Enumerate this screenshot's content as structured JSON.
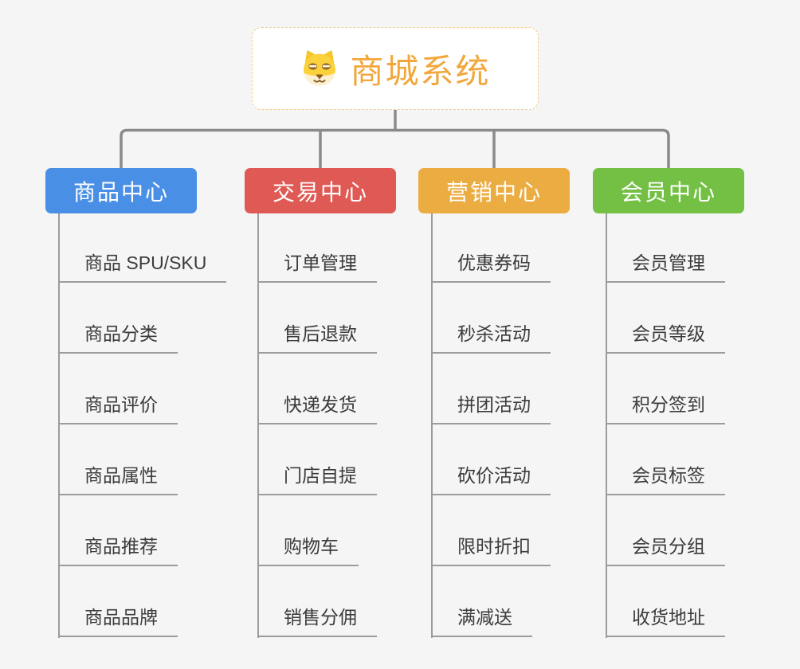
{
  "canvas": {
    "background": "#f5f5f6"
  },
  "connector": {
    "color": "#8a8a8a"
  },
  "root": {
    "title": "商城系统",
    "icon": "dog-face-icon",
    "text_color": "#f1a73c",
    "border_color": "#f2cc90"
  },
  "branches": [
    {
      "label": "商品中心",
      "color": "#4a8fe6",
      "children": [
        "商品 SPU/SKU",
        "商品分类",
        "商品评价",
        "商品属性",
        "商品推荐",
        "商品品牌"
      ]
    },
    {
      "label": "交易中心",
      "color": "#e05a55",
      "children": [
        "订单管理",
        "售后退款",
        "快递发货",
        "门店自提",
        "购物车",
        "销售分佣"
      ]
    },
    {
      "label": "营销中心",
      "color": "#ebac42",
      "children": [
        "优惠券码",
        "秒杀活动",
        "拼团活动",
        "砍价活动",
        "限时折扣",
        "满减送"
      ]
    },
    {
      "label": "会员中心",
      "color": "#74c045",
      "children": [
        "会员管理",
        "会员等级",
        "积分签到",
        "会员标签",
        "会员分组",
        "收货地址"
      ]
    }
  ]
}
